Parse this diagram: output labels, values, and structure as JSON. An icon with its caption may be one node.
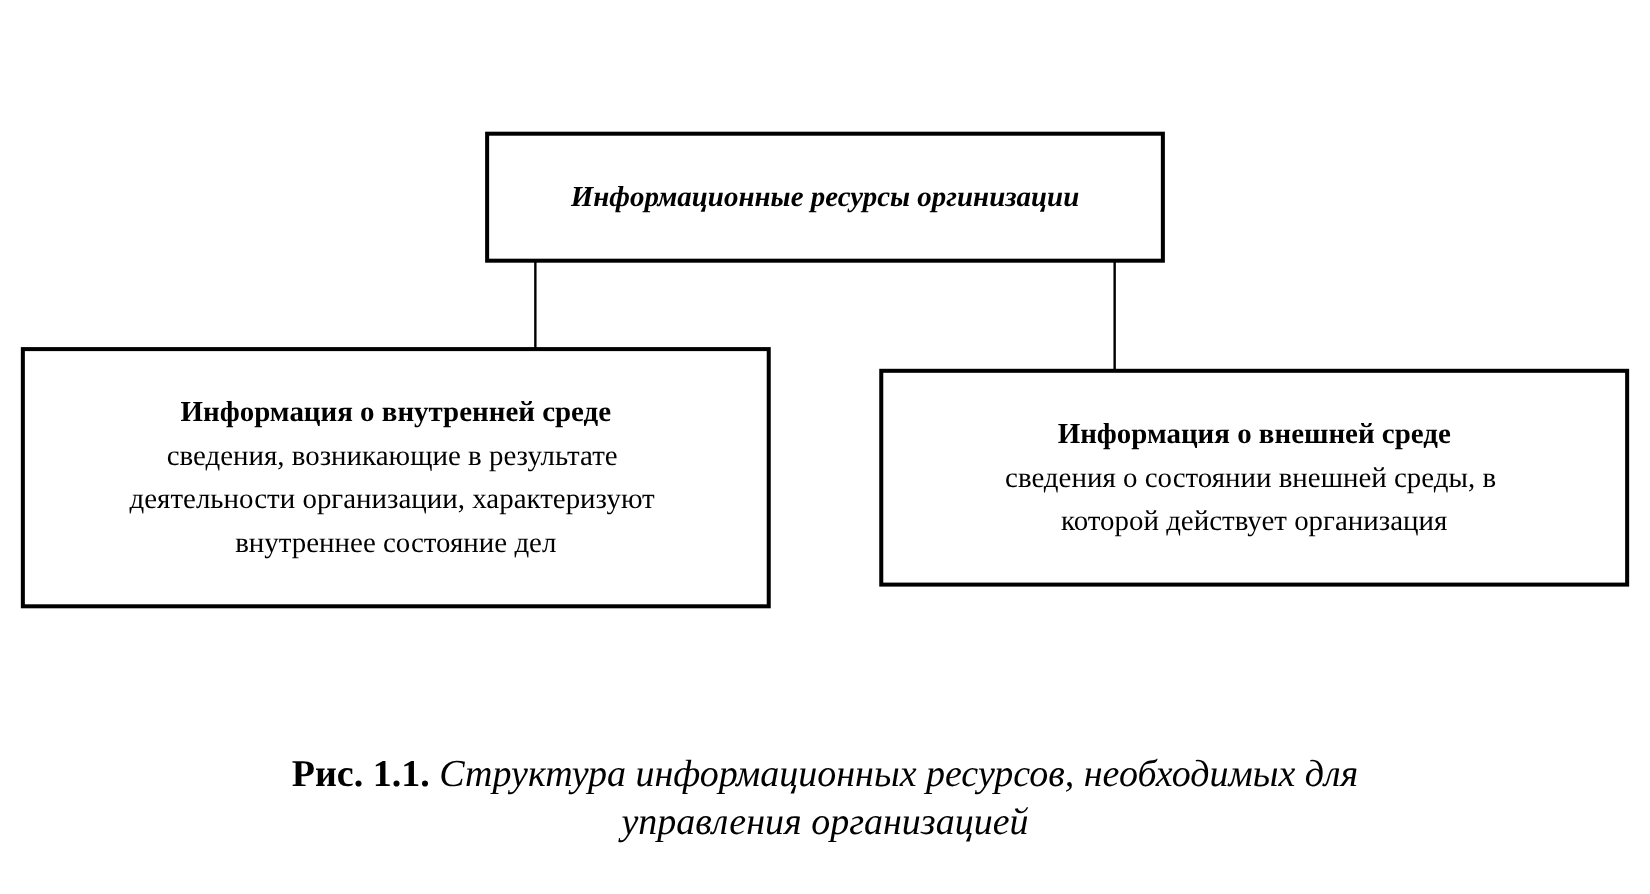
{
  "diagram": {
    "caption": "**Рис. 1.1.** *Структура информационных ресурсов, необходимых для управления организацией*",
    "nodes": [
      {
        "text": [
          "Информационные ресурсы оргинизации"
        ]
      },
      {
        "text": [
          "Информация о внутренней среде",
          "сведения, возникающие в результате деятельности организации, характеризуют внутреннее состояние дел"
        ]
      },
      {
        "text": [
          "Информация о внешней среде",
          "сведения о состоянии внешней среды, в которой действует организация"
        ]
      }
    ],
    "edges": [
      {
        "from": 0,
        "to": 1,
        "arrow": "none"
      },
      {
        "from": 0,
        "to": 2,
        "arrow": "none"
      }
    ]
  }
}
